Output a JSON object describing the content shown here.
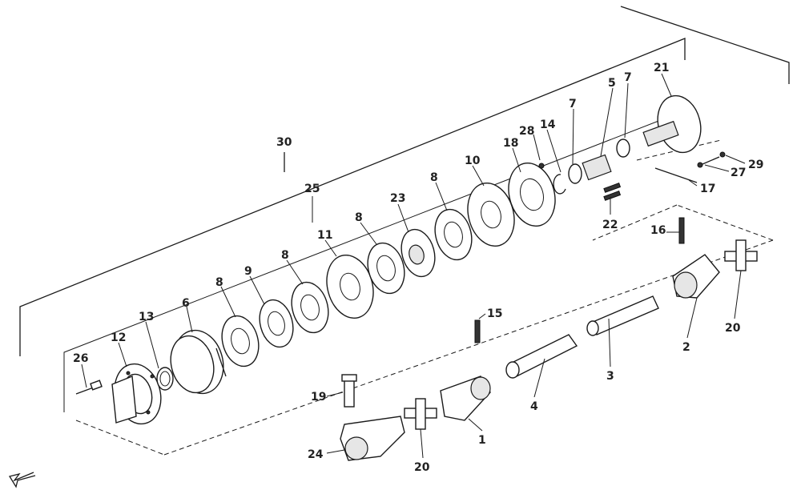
{
  "callouts": [
    "1",
    "2",
    "3",
    "4",
    "5",
    "6",
    "7",
    "7",
    "8",
    "8",
    "8",
    "8",
    "9",
    "10",
    "11",
    "12",
    "13",
    "14",
    "15",
    "16",
    "17",
    "18",
    "19",
    "20",
    "20",
    "21",
    "22",
    "23",
    "24",
    "25",
    "26",
    "27",
    "28",
    "29",
    "30"
  ]
}
